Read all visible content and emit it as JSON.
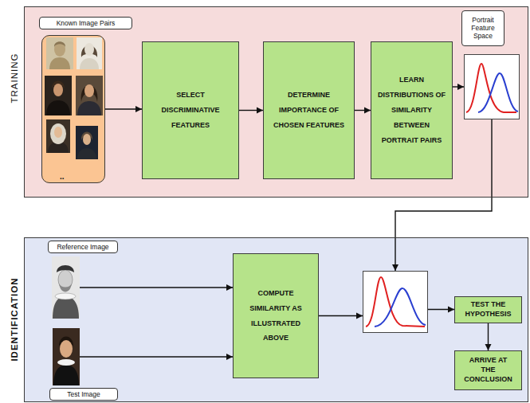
{
  "diagram": {
    "nodes": [
      {
        "text": [
          "TRAINING"
        ]
      },
      {
        "text": [
          "Known Image Pairs",
          ".."
        ],
        "in": 0
      },
      {
        "text": [
          "SELECT DISCRIMINATIVE FEATURES"
        ],
        "in": 0
      },
      {
        "text": [
          "DETERMINE IMPORTANCE OF CHOSEN FEATURES"
        ],
        "in": 0
      },
      {
        "text": [
          "LEARN DISTRIBUTIONS OF SIMILARITY BETWEEN PORTRAIT PAIRS"
        ],
        "in": 0
      },
      {
        "text": [
          "Portrait Feature Space"
        ],
        "in": 0
      },
      {
        "text": [
          "IDENTIFICATION"
        ]
      },
      {
        "text": [
          "Reference Image"
        ],
        "in": 6
      },
      {
        "text": [
          "Test Image"
        ],
        "in": 6
      },
      {
        "text": [
          "COMPUTE SIMILARITY AS ILLUSTRATED ABOVE"
        ],
        "in": 6
      },
      {
        "text": [],
        "in": 6
      },
      {
        "text": [
          "TEST THE HYPOTHESIS"
        ],
        "in": 6
      },
      {
        "text": [
          "ARRIVE AT THE CONCLUSION"
        ],
        "in": 6
      }
    ],
    "edges": [
      {
        "from": 1,
        "to": 2,
        "arrow": "to"
      },
      {
        "from": 2,
        "to": 3,
        "arrow": "to"
      },
      {
        "from": 3,
        "to": 4,
        "arrow": "to"
      },
      {
        "from": 4,
        "to": 5,
        "arrow": "to"
      },
      {
        "from": 5,
        "to": 10,
        "arrow": "to"
      },
      {
        "from": 7,
        "to": 9,
        "arrow": "to"
      },
      {
        "from": 8,
        "to": 9,
        "arrow": "to"
      },
      {
        "from": 9,
        "to": 10,
        "arrow": "to"
      },
      {
        "from": 10,
        "to": 11,
        "arrow": "to"
      },
      {
        "from": 11,
        "to": 12,
        "arrow": "to"
      }
    ]
  }
}
